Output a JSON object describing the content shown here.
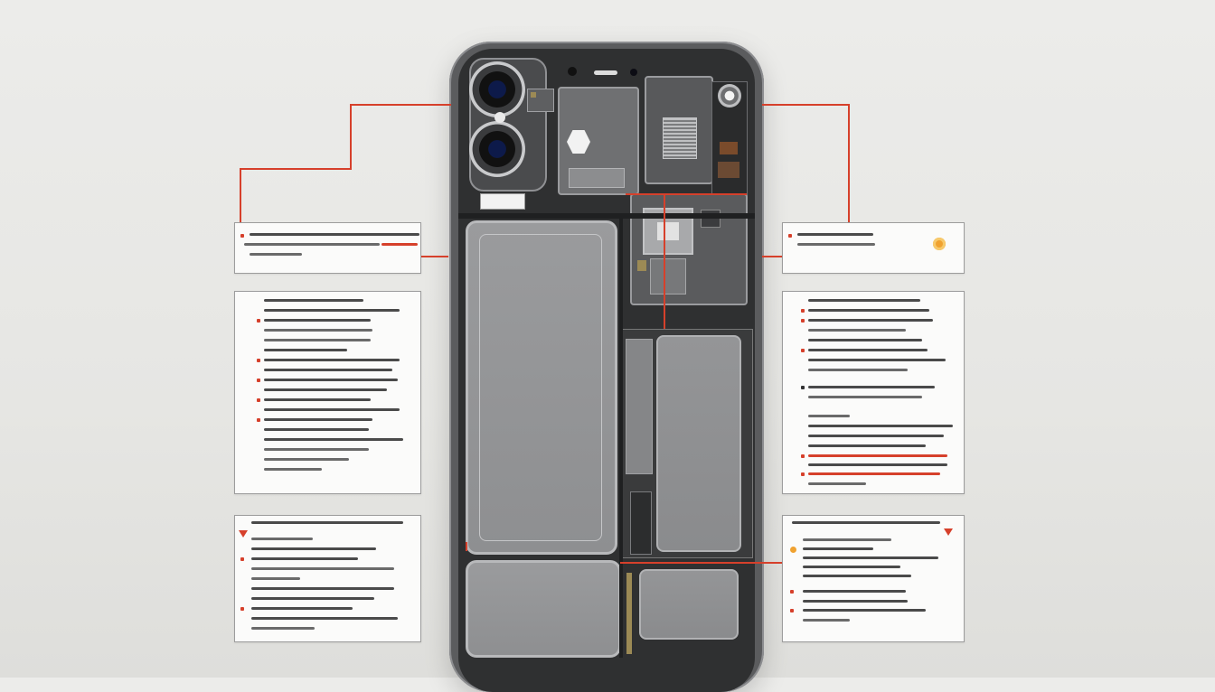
{
  "diagram": {
    "colors": {
      "background": "#e8e8e6",
      "chassis": "#5b5c5e",
      "interior": "#2f3031",
      "callout": "#d6402b",
      "card": "#fbfbfa"
    },
    "components": [
      {
        "id": "camera-module",
        "icon": "dual-camera"
      },
      {
        "id": "logic-board",
        "icon": "circuit-board"
      },
      {
        "id": "main-battery",
        "icon": "battery-cell"
      },
      {
        "id": "secondary-battery",
        "icon": "battery-cell"
      },
      {
        "id": "taptic-engine",
        "icon": "vibration-motor"
      },
      {
        "id": "speaker-module",
        "icon": "speaker"
      }
    ],
    "callout_cards": [
      {
        "id": "card-left-1",
        "side": "left",
        "lines": 3
      },
      {
        "id": "card-left-2",
        "side": "left",
        "lines": 17
      },
      {
        "id": "card-left-3",
        "side": "left",
        "lines": 10
      },
      {
        "id": "card-right-1",
        "side": "right",
        "lines": 2
      },
      {
        "id": "card-right-2",
        "side": "right",
        "lines": 16
      },
      {
        "id": "card-right-3",
        "side": "right",
        "lines": 8
      }
    ]
  }
}
